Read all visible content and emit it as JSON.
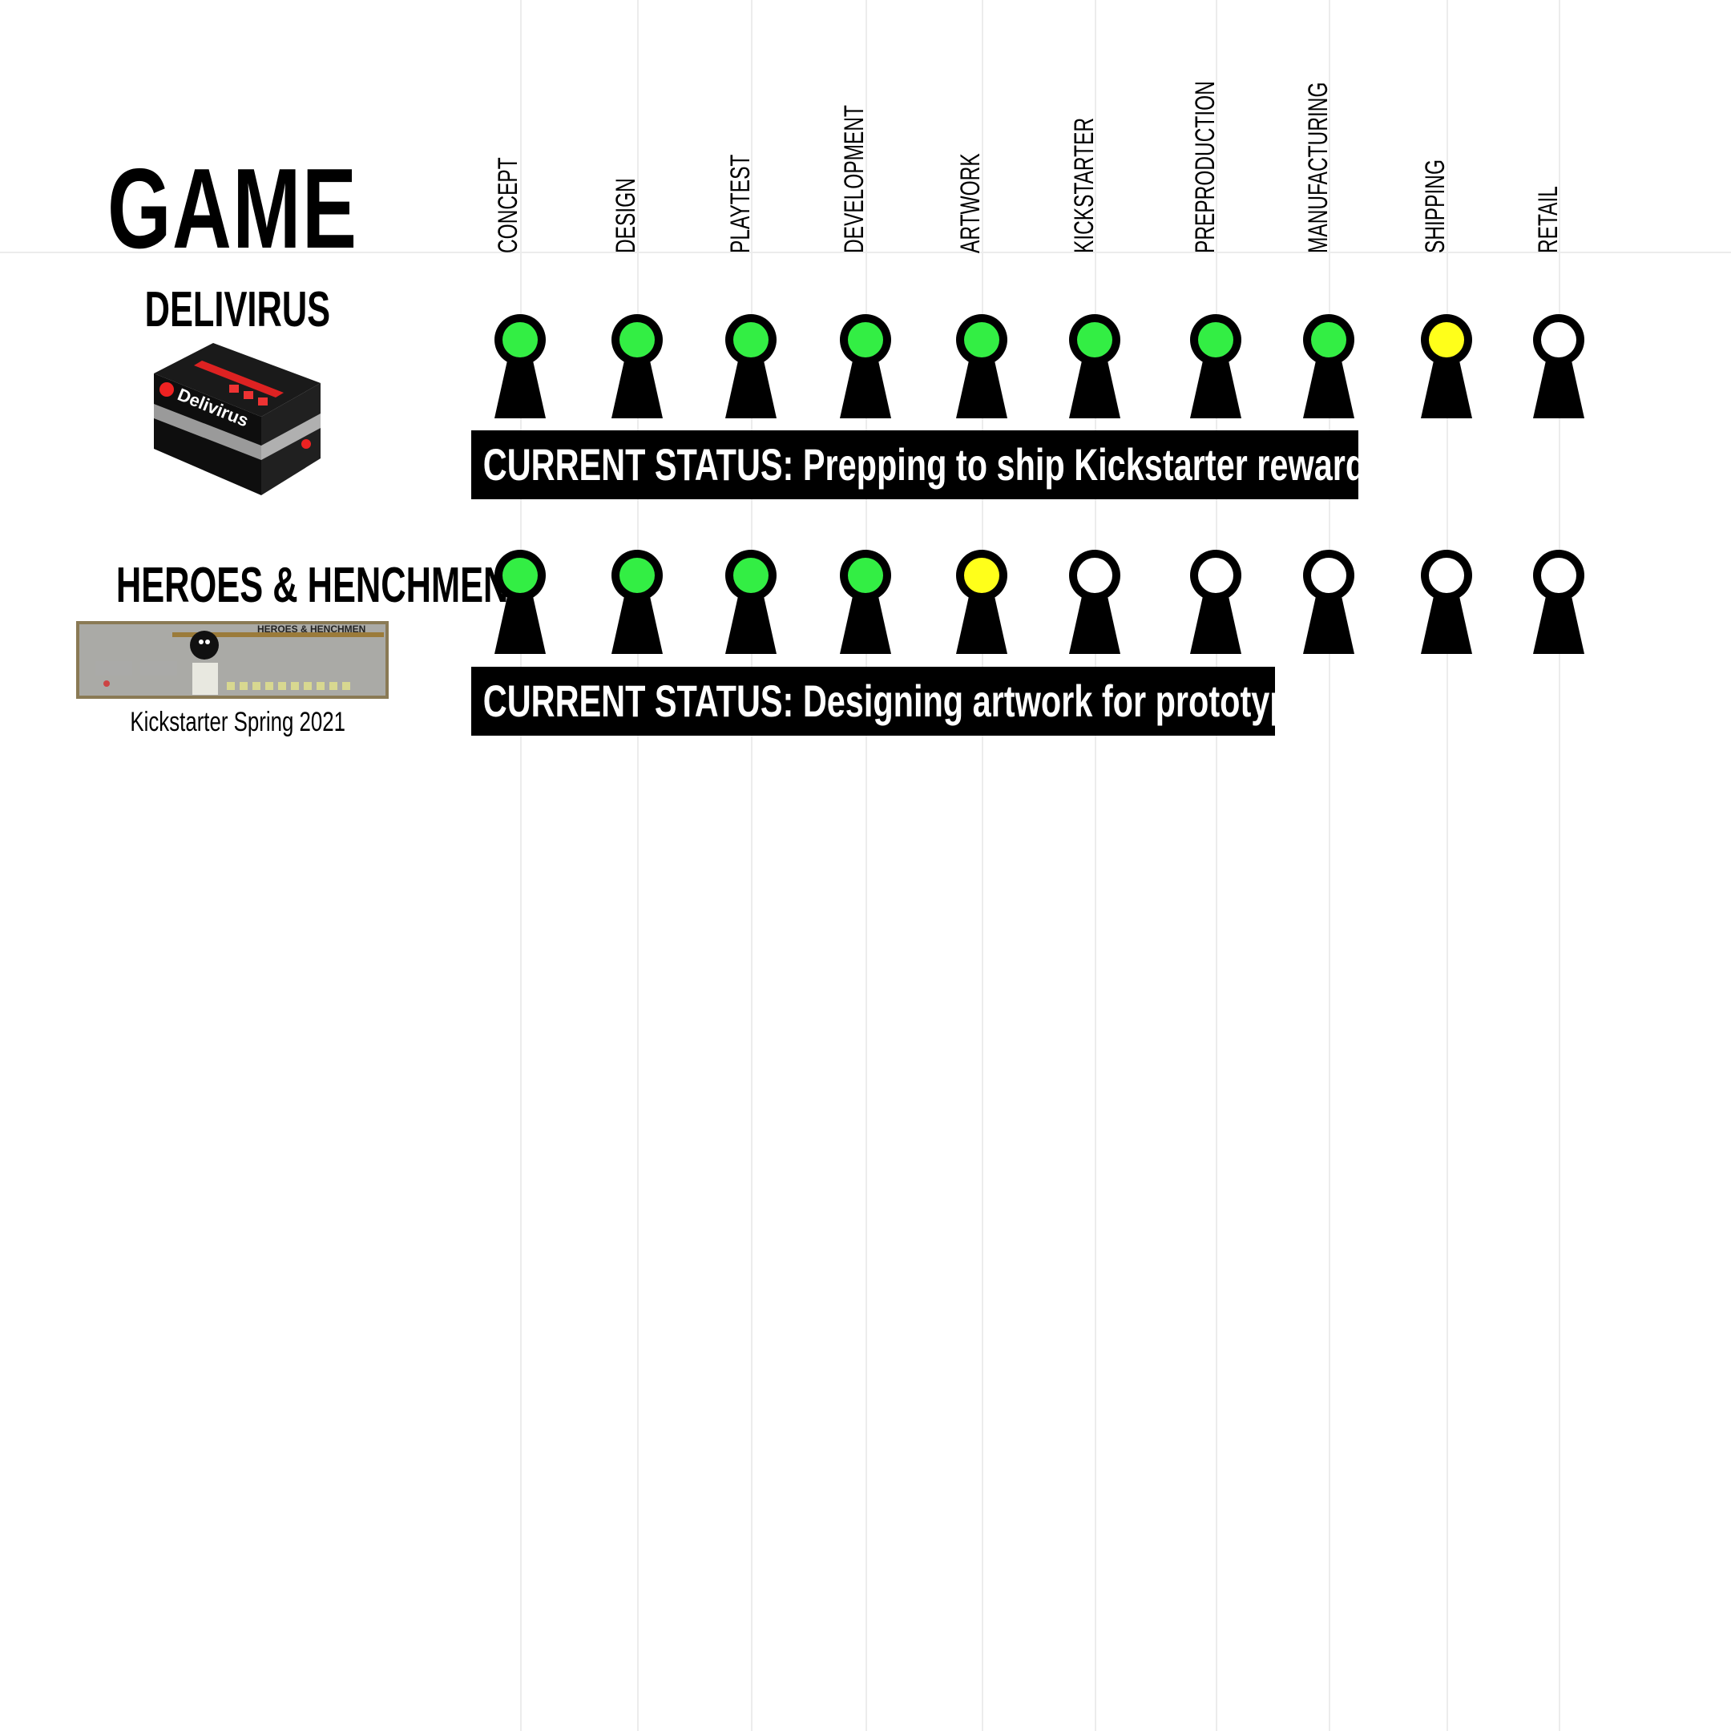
{
  "header": {
    "title": "GAME"
  },
  "stages": [
    "CONCEPT",
    "DESIGN",
    "PLAYTEST",
    "DEVELOPMENT",
    "ARTWORK",
    "KICKSTARTER",
    "PREPRODUCTION",
    "MANUFACTURING",
    "SHIPPING",
    "RETAIL"
  ],
  "status_colors": {
    "done": "#33ee44",
    "in_progress": "#ffff1a",
    "pending": "#ffffff"
  },
  "games": [
    {
      "name": "DELIVIRUS",
      "box_art_text": "Delivirus",
      "statuses": [
        "done",
        "done",
        "done",
        "done",
        "done",
        "done",
        "done",
        "done",
        "in_progress",
        "pending"
      ],
      "current_status": "CURRENT STATUS: Prepping to ship Kickstarter rewards.",
      "caption": ""
    },
    {
      "name": "HEROES & HENCHMEN",
      "board_art_text": "HEROES & HENCHMEN",
      "statuses": [
        "done",
        "done",
        "done",
        "done",
        "in_progress",
        "pending",
        "pending",
        "pending",
        "pending",
        "pending"
      ],
      "current_status": "CURRENT STATUS: Designing artwork for prototype.",
      "caption": "Kickstarter Spring 2021"
    }
  ]
}
